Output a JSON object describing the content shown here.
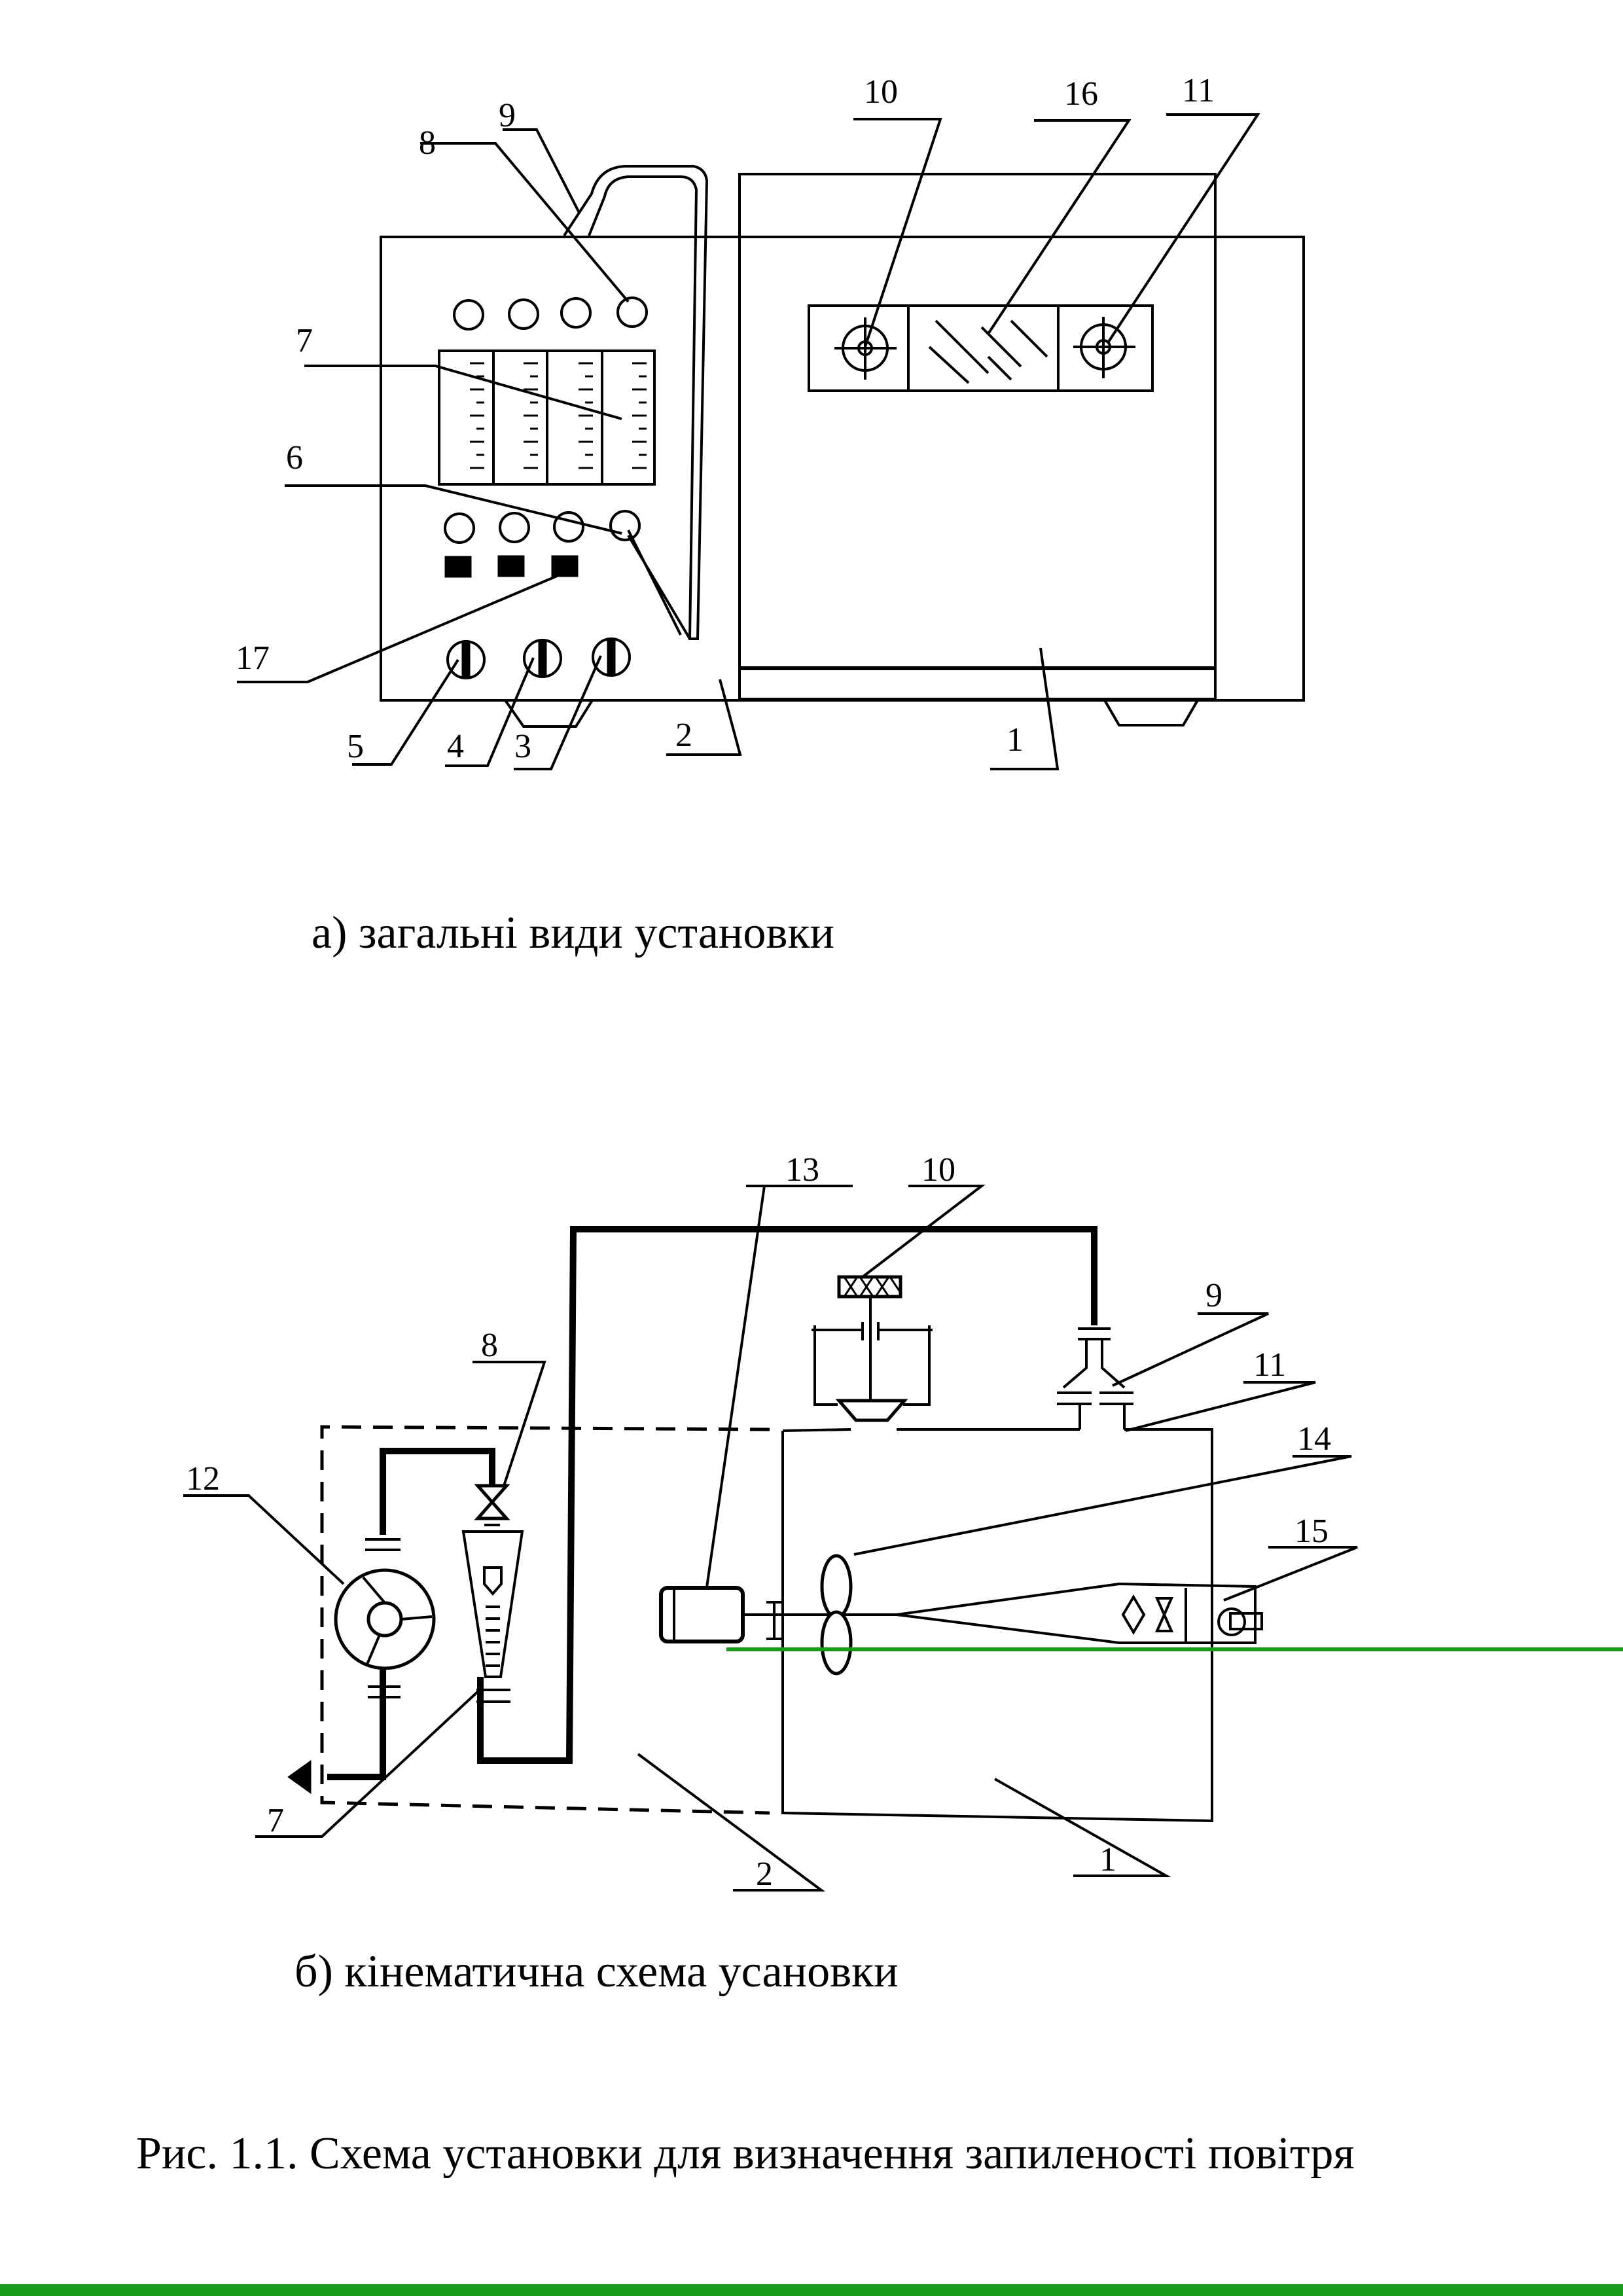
{
  "figure_a": {
    "caption": "а) загальні види установки",
    "labels": {
      "n1": "1",
      "n2": "2",
      "n3": "3",
      "n4": "4",
      "n5": "5",
      "n6": "6",
      "n7": "7",
      "n8": "8",
      "n9": "9",
      "n10": "10",
      "n11": "11",
      "n16": "16",
      "n17": "17"
    }
  },
  "figure_b": {
    "caption": "б) кінематична схема усановки",
    "labels": {
      "n1": "1",
      "n2": "2",
      "n7": "7",
      "n8": "8",
      "n9": "9",
      "n10": "10",
      "n11": "11",
      "n12": "12",
      "n13": "13",
      "n14": "14",
      "n15": "15"
    }
  },
  "main_caption": "Рис. 1.1. Схема установки для визначення запиленості повітря",
  "colors": {
    "line": "#000000",
    "accent_green": "#1a9a1a"
  }
}
